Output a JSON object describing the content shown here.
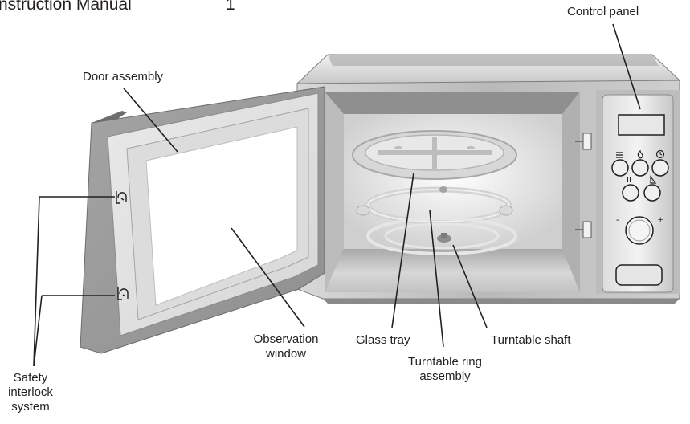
{
  "header": {
    "title": "nstruction Manual",
    "page_mark": "1"
  },
  "labels": {
    "control_panel": "Control panel",
    "door_assembly": "Door assembly",
    "observation_window_line1": "Observation",
    "observation_window_line2": "window",
    "glass_tray": "Glass tray",
    "turntable_shaft": "Turntable shaft",
    "turntable_ring_line1": "Turntable ring",
    "turntable_ring_line2": "assembly",
    "safety_line1": "Safety",
    "safety_line2": "interlock",
    "safety_line3": "system"
  },
  "dial": {
    "minus": "-",
    "plus": "+"
  },
  "colors": {
    "ink": "#231f20",
    "metal_light": "#e9e9e9",
    "metal_mid": "#c4c4c4",
    "metal_dark": "#8e8e8e",
    "door_frame": "#9a9a9a"
  }
}
